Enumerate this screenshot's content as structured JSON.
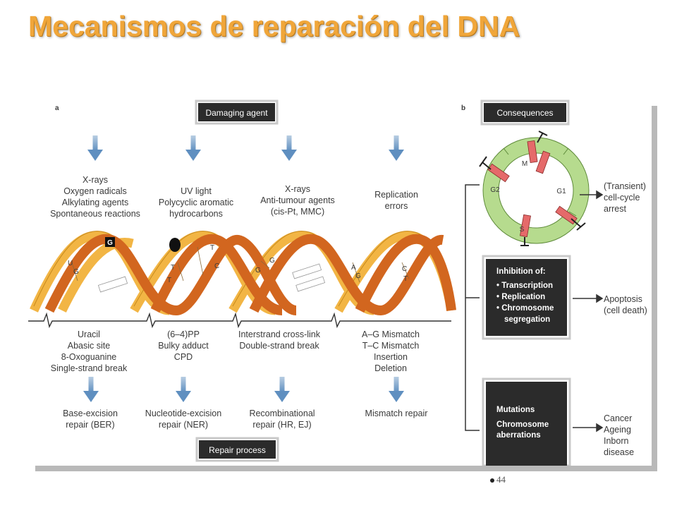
{
  "title": "Mecanismos de reparación del DNA",
  "page_number": "44",
  "panel_a": {
    "letter": "a",
    "header": "Damaging agent",
    "footer": "Repair process",
    "agents": [
      [
        "X-rays",
        "Oxygen radicals",
        "Alkylating agents",
        "Spontaneous reactions"
      ],
      [
        "UV light",
        "Polycyclic aromatic",
        "hydrocarbons"
      ],
      [
        "X-rays",
        "Anti-tumour agents",
        "(cis-Pt, MMC)"
      ],
      [
        "Replication",
        "errors"
      ]
    ],
    "lesions": [
      [
        "Uracil",
        "Abasic site",
        "8-Oxoguanine",
        "Single-strand break"
      ],
      [
        "(6–4)PP",
        "Bulky adduct",
        "CPD"
      ],
      [
        "Interstrand cross-link",
        "Double-strand break"
      ],
      [
        "A–G Mismatch",
        "T–C Mismatch",
        "Insertion",
        "Deletion"
      ]
    ],
    "repairs": [
      [
        "Base-excision",
        "repair (BER)"
      ],
      [
        "Nucleotide-excision",
        "repair (NER)"
      ],
      [
        "Recombinational",
        "repair (HR, EJ)"
      ],
      [
        "Mismatch repair"
      ]
    ],
    "helix_labels": [
      "G",
      "U",
      "G",
      "T",
      "T",
      "T",
      "C",
      "G",
      "G",
      "A",
      "G",
      "C",
      "T"
    ]
  },
  "panel_b": {
    "letter": "b",
    "header": "Consequences",
    "cycle_phases": [
      "M",
      "G1",
      "S",
      "G2"
    ],
    "inhibition_title": "Inhibition of:",
    "inhibition_items": [
      "• Transcription",
      "• Replication",
      "• Chromosome",
      "segregation"
    ],
    "mutation_items": [
      "Mutations",
      "Chromosome",
      "aberrations"
    ],
    "outcomes": [
      [
        "(Transient)",
        "cell-cycle",
        "arrest"
      ],
      [
        "Apoptosis",
        "(cell death)"
      ],
      [
        "Cancer",
        "Ageing",
        "Inborn",
        "disease"
      ]
    ]
  },
  "colors": {
    "title": "#F0A63A",
    "helix_orange": "#D2661F",
    "helix_yellow": "#F2B544",
    "arrow_blue": "#5F8FC0",
    "box_dark": "#2b2b2b",
    "cycle_green": "#B6DB8E"
  }
}
